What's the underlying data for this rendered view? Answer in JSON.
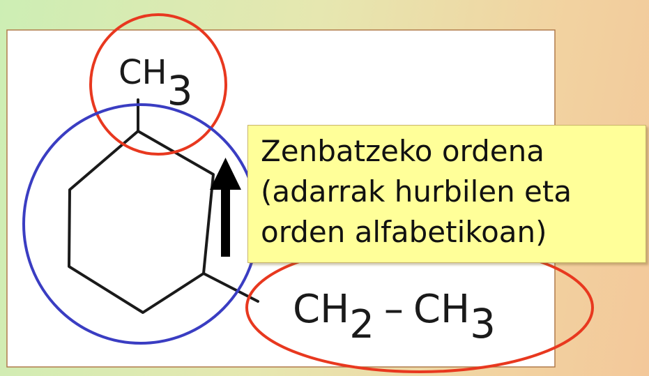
{
  "diagram": {
    "top_group": {
      "label": "CH",
      "subscript": "3"
    },
    "side_chain": {
      "ch2_label": "CH",
      "ch2_subscript": "2",
      "dash": "–",
      "ch3_label": "CH",
      "ch3_subscript": "3"
    },
    "annotation": {
      "lines": [
        "Zenbatzeko ordena",
        "(adarrak hurbilen eta",
        "orden alfabetikoan)"
      ]
    },
    "colors": {
      "substituent_circle": "#e8381f",
      "ring_circle": "#3a3dc2",
      "bond": "#1a1a1a",
      "callout_bg": "#ffff99",
      "arrow": "#000000"
    },
    "icons": {
      "direction": "arrow-up-icon"
    }
  }
}
